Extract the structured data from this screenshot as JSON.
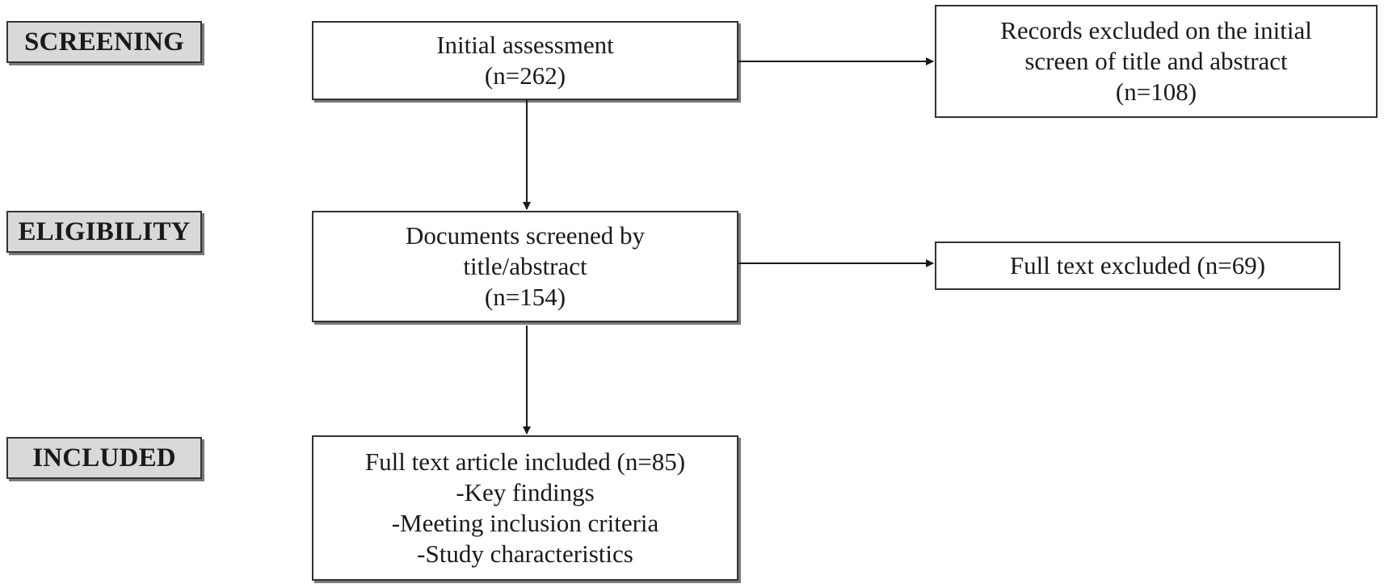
{
  "stages": {
    "screening": "SCREENING",
    "eligibility": "ELIGIBILITY",
    "included": "INCLUDED"
  },
  "boxes": {
    "initial_assessment": {
      "line1": "Initial assessment",
      "line2": "(n=262)"
    },
    "records_excluded": {
      "line1": "Records excluded on the initial",
      "line2": "screen of title and abstract",
      "line3": "(n=108)"
    },
    "documents_screened": {
      "line1": "Documents screened by",
      "line2": "title/abstract",
      "line3": "(n=154)"
    },
    "full_text_excluded": {
      "line1": "Full text excluded (n=69)"
    },
    "full_text_included": {
      "line1": "Full text article included (n=85)",
      "line2": "-Key findings",
      "line3": "-Meeting inclusion criteria",
      "line4": "-Study characteristics"
    }
  },
  "colors": {
    "stage_fill": "#d9d9d9",
    "border": "#333333",
    "shadow": "#7a7a7a",
    "arrow": "#1a1a1a"
  }
}
